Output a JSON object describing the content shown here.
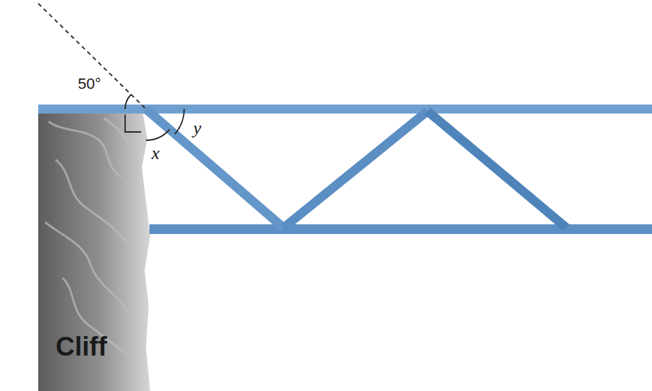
{
  "diagram": {
    "labels": [
      "50°",
      "y",
      "x",
      "Cliff"
    ]
  }
}
